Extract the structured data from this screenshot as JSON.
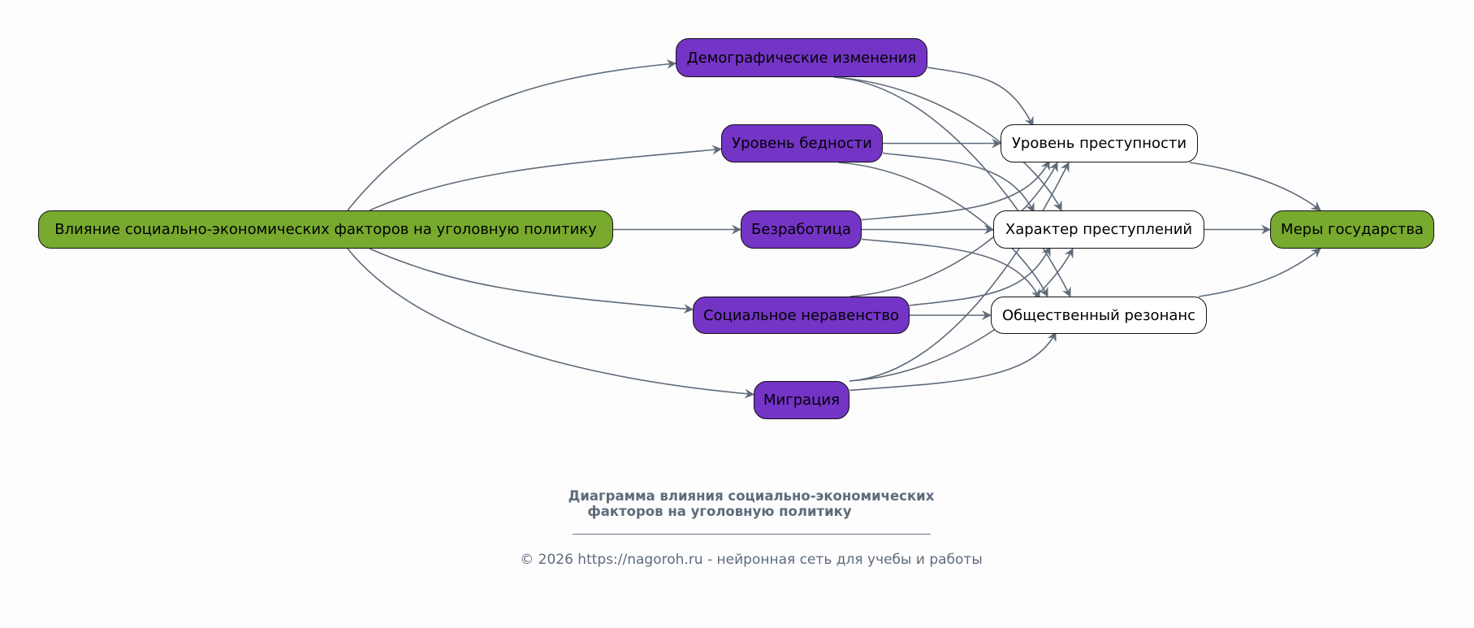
{
  "diagram": {
    "root": "Влияние социально-экономических факторов на уголовную политику",
    "factors": [
      "Демографические изменения",
      "Уровень бедности",
      "Безработица",
      "Социальное неравенство",
      "Миграция"
    ],
    "outcomes": [
      "Уровень преступности",
      "Характер преступлений",
      "Общественный резонанс"
    ],
    "result": "Меры государства",
    "edges": [
      [
        "root",
        "factor0"
      ],
      [
        "root",
        "factor1"
      ],
      [
        "root",
        "factor2"
      ],
      [
        "root",
        "factor3"
      ],
      [
        "root",
        "factor4"
      ],
      [
        "factor0",
        "outcome0"
      ],
      [
        "factor0",
        "outcome1"
      ],
      [
        "factor0",
        "outcome2"
      ],
      [
        "factor1",
        "outcome0"
      ],
      [
        "factor1",
        "outcome1"
      ],
      [
        "factor1",
        "outcome2"
      ],
      [
        "factor2",
        "outcome0"
      ],
      [
        "factor2",
        "outcome1"
      ],
      [
        "factor2",
        "outcome2"
      ],
      [
        "factor3",
        "outcome0"
      ],
      [
        "factor3",
        "outcome1"
      ],
      [
        "factor3",
        "outcome2"
      ],
      [
        "factor4",
        "outcome0"
      ],
      [
        "factor4",
        "outcome1"
      ],
      [
        "factor4",
        "outcome2"
      ],
      [
        "outcome0",
        "result"
      ],
      [
        "outcome1",
        "result"
      ],
      [
        "outcome2",
        "result"
      ]
    ],
    "colors": {
      "root": "#77aa2e",
      "factor": "#7434c6",
      "outcome": "#ffffff",
      "result": "#77aa2e",
      "edge": "#5f6b7a"
    }
  },
  "caption": {
    "title_line1": "Диаграмма влияния социально-экономических",
    "title_line2": "факторов на уголовную политику",
    "copyright": "© 2026 https://nagoroh.ru - нейронная сеть для учебы и работы"
  }
}
